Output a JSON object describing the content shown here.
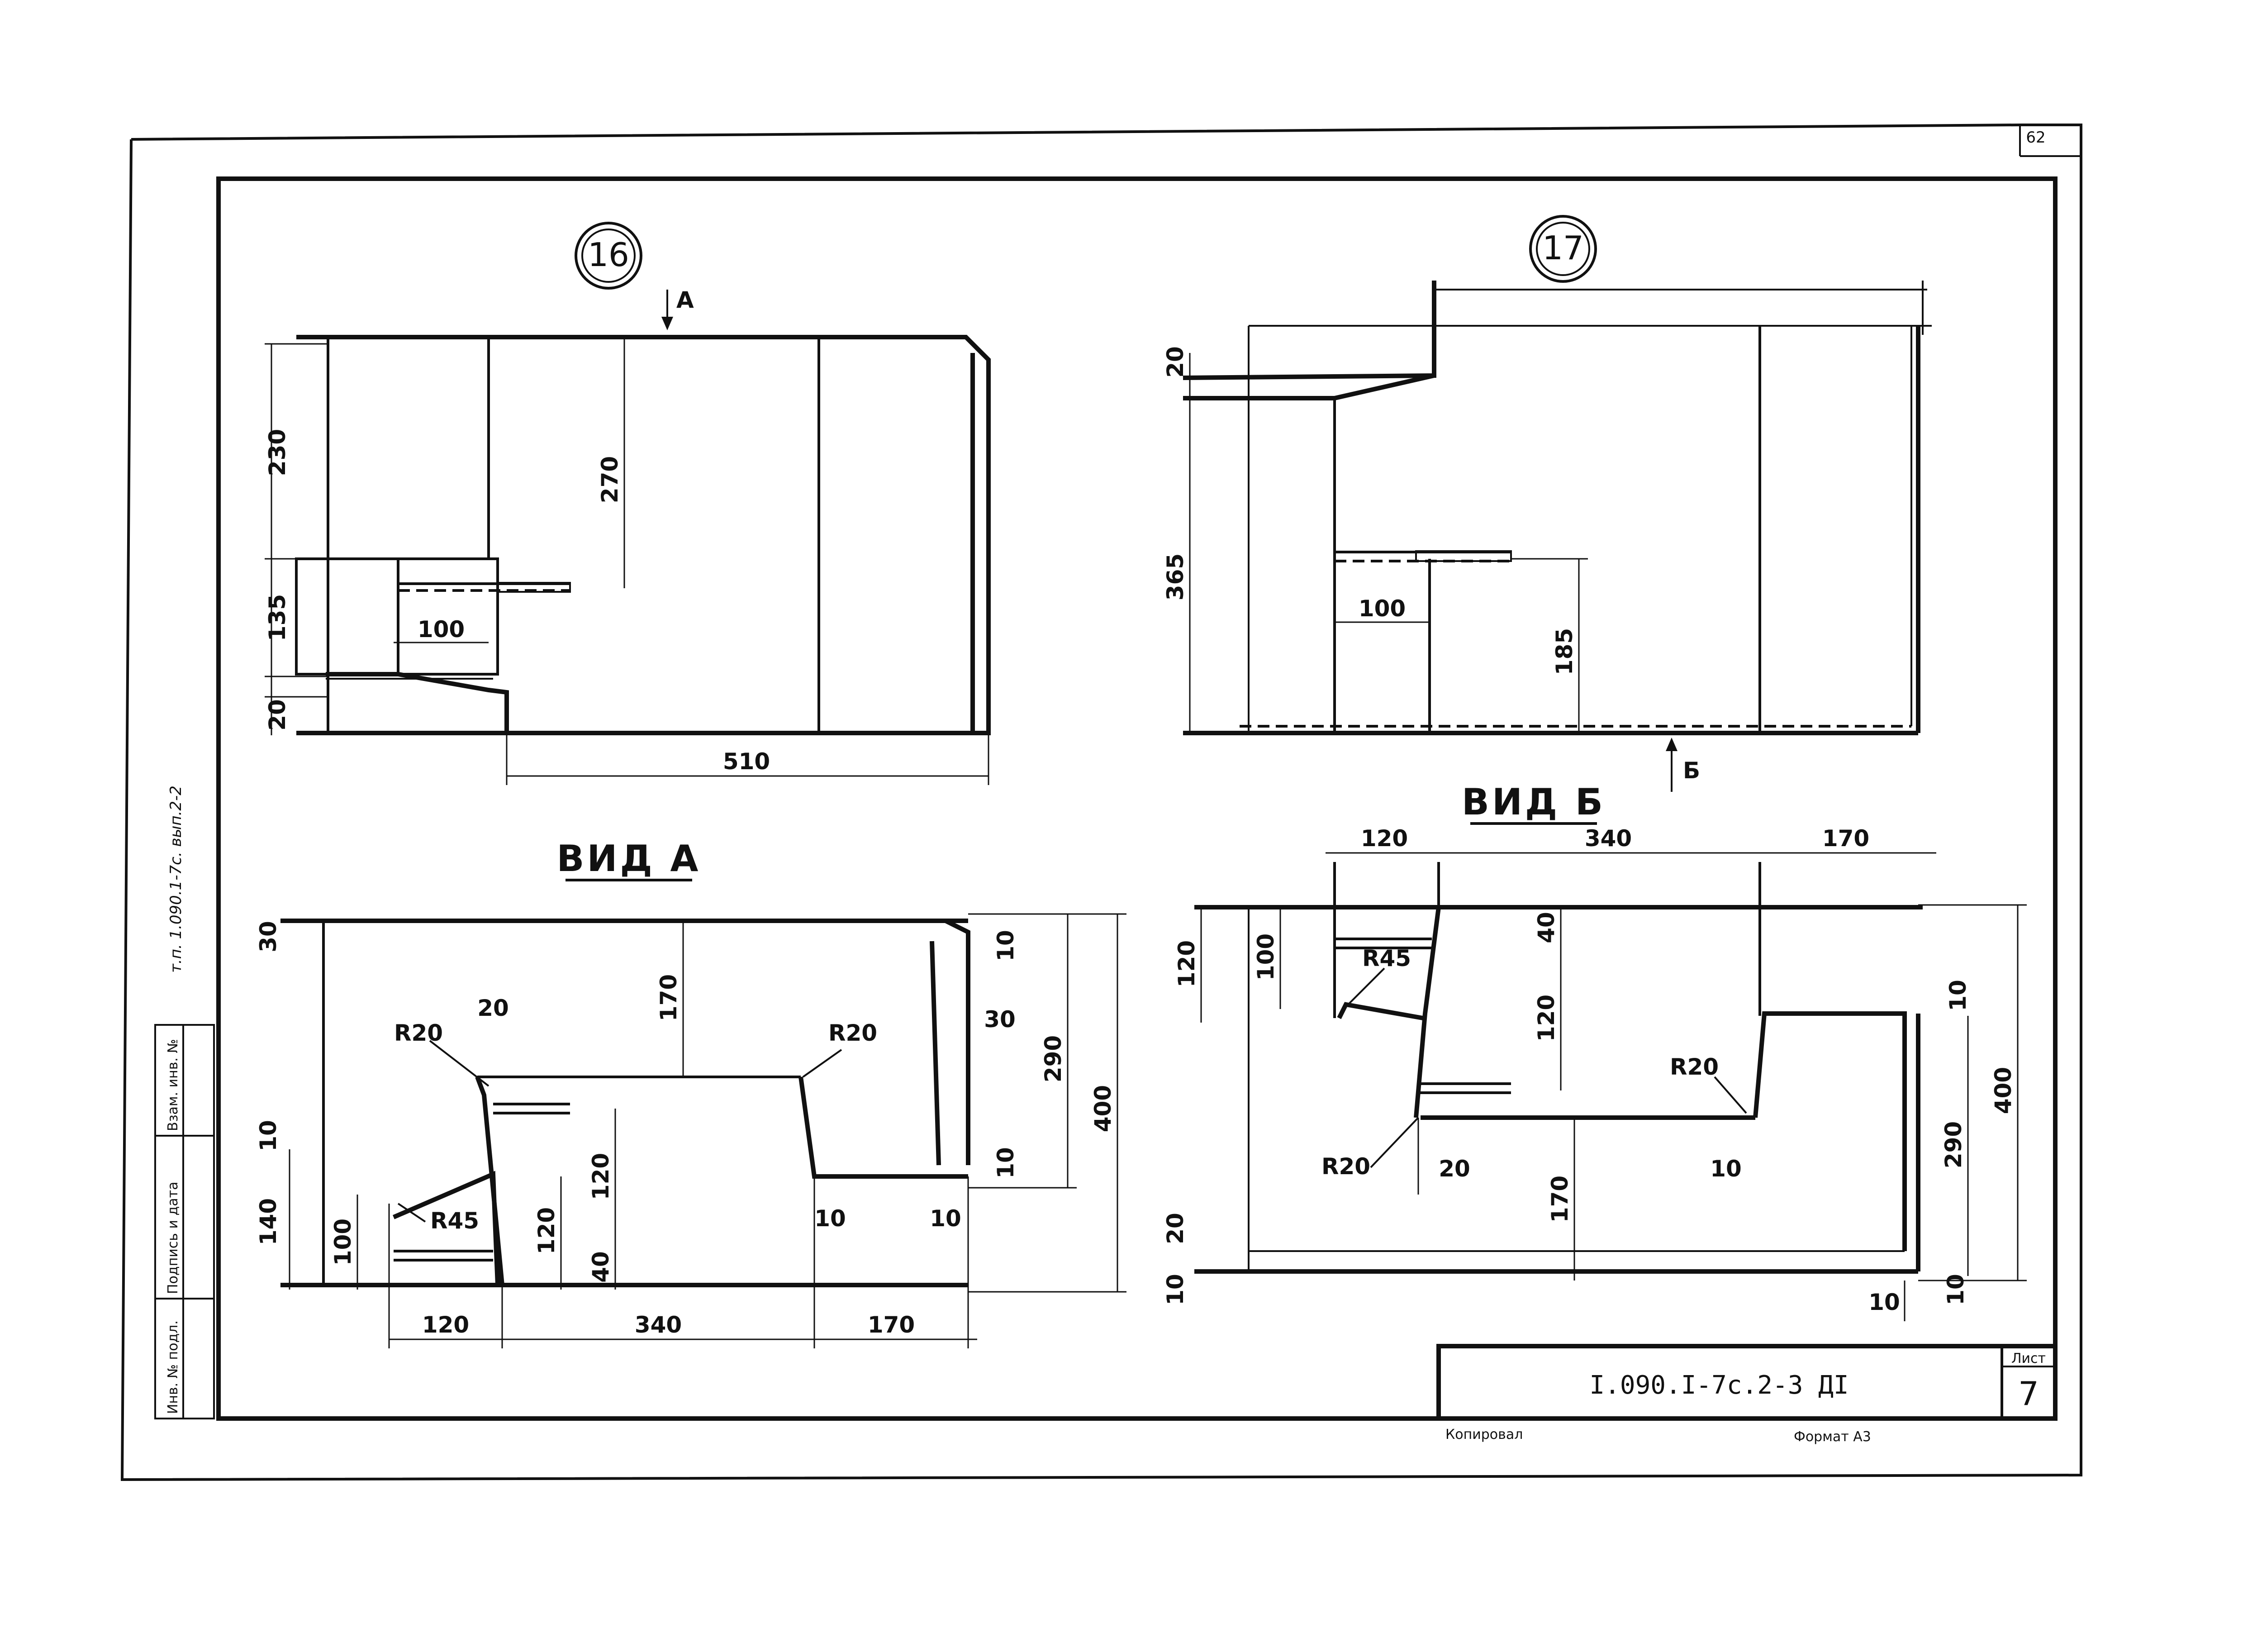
{
  "sheet": {
    "page_number": "62",
    "code": "I.090.I-7c.2-3 ДI",
    "sheet_label": "Лист",
    "sheet_number": "7",
    "copied_label": "Копировал",
    "format_label": "Формат А3",
    "side_note": "т.п. 1.090.1-7с. вып.2-2",
    "side_stamp": [
      "Инв. № подл.",
      "Подпись и дата",
      "Взам. инв. №"
    ]
  },
  "detail16": {
    "marker": "16",
    "view_arrow": "А",
    "dims": [
      "230",
      "135",
      "20",
      "270",
      "100",
      "510"
    ]
  },
  "detail17": {
    "marker": "17",
    "view_arrow": "Б",
    "dims": [
      "20",
      "365",
      "100",
      "185"
    ]
  },
  "viewA": {
    "title": "ВИД А",
    "dims": [
      "30",
      "10",
      "30",
      "10",
      "290",
      "400",
      "170",
      "20",
      "120",
      "120",
      "40",
      "10",
      "140",
      "100",
      "10",
      "10",
      "120",
      "340",
      "170"
    ],
    "radii": [
      "R20",
      "R20",
      "R45"
    ]
  },
  "viewB": {
    "title": "ВИД Б",
    "dims": [
      "120",
      "340",
      "170",
      "120",
      "100",
      "40",
      "120",
      "10",
      "290",
      "400",
      "20",
      "10",
      "170",
      "20",
      "10",
      "10",
      "10"
    ],
    "radii": [
      "R45",
      "R20",
      "R20"
    ]
  }
}
